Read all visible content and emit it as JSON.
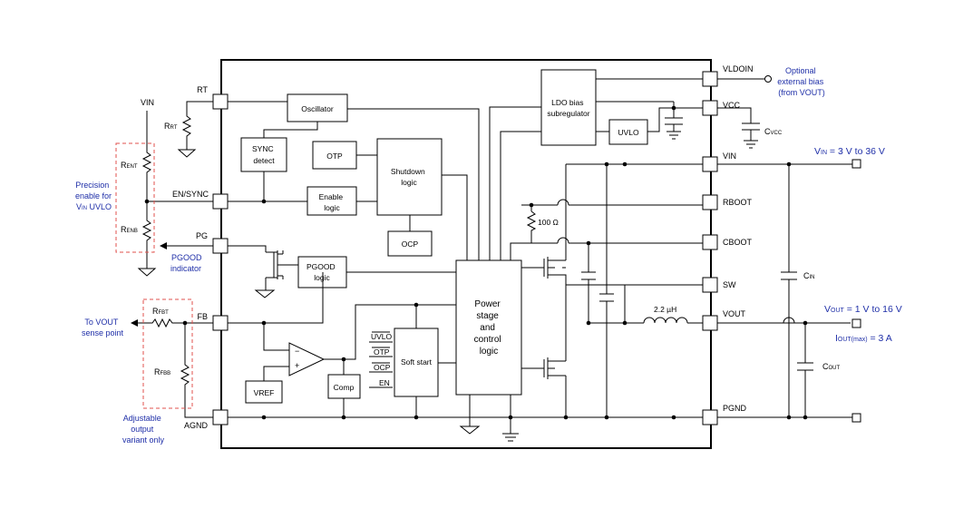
{
  "pins_left": {
    "rt": "RT",
    "en_sync": "EN/SYNC",
    "pg": "PG",
    "fb": "FB",
    "agnd": "AGND"
  },
  "pins_right": {
    "vldoin": "VLDOIN",
    "vcc": "VCC",
    "vin": "VIN",
    "rboot": "RBOOT",
    "cboot": "CBOOT",
    "sw": "SW",
    "vout": "VOUT",
    "pgnd": "PGND"
  },
  "blocks": {
    "oscillator": "Oscillator",
    "sync_detect": [
      "SYNC",
      "detect"
    ],
    "otp": "OTP",
    "shutdown_logic": [
      "Shutdown",
      "logic"
    ],
    "enable_logic": [
      "Enable",
      "logic"
    ],
    "ocp": "OCP",
    "pgood_logic": [
      "PGOOD",
      "logic"
    ],
    "ldo_bias": [
      "LDO bias",
      "subregulator"
    ],
    "uvlo_block": "UVLO",
    "power_stage": [
      "Power",
      "stage",
      "and",
      "control",
      "logic"
    ],
    "soft_start": "Soft start",
    "ss_inputs": [
      "UVLO",
      "OTP",
      "OCP",
      "EN"
    ],
    "vref": "VREF",
    "comp": "Comp",
    "amp_minus": "−",
    "amp_plus": "+"
  },
  "components": {
    "vin_left": "VIN",
    "rrt": [
      "R",
      "RT"
    ],
    "rent": [
      "R",
      "ENT"
    ],
    "renb": [
      "R",
      "ENB"
    ],
    "rfbt": [
      "R",
      "FBT"
    ],
    "rfbb": [
      "R",
      "FBB"
    ],
    "cvcc": [
      "C",
      "VCC"
    ],
    "cin": [
      "C",
      "IN"
    ],
    "cout": [
      "C",
      "OUT"
    ],
    "r100": "100 Ω",
    "inductor": "2.2 µH"
  },
  "annotations": {
    "precision_enable": [
      "Precision",
      "enable for"
    ],
    "vin_uvlo": [
      "V",
      "IN",
      " UVLO"
    ],
    "pgood_indicator": [
      "PGOOD",
      "indicator"
    ],
    "vout_sense": [
      "To VOUT",
      "sense point"
    ],
    "adjustable": [
      "Adjustable",
      "output",
      "variant only"
    ],
    "optional_bias": [
      "Optional",
      "external bias",
      "(from VOUT)"
    ],
    "vin_range": [
      "V",
      "IN",
      " = 3 V to 36 V"
    ],
    "vout_range": [
      "V",
      "OUT",
      " = 1 V to 16 V"
    ],
    "iout_max": [
      "I",
      "OUT(max)",
      " = 3 A"
    ]
  }
}
